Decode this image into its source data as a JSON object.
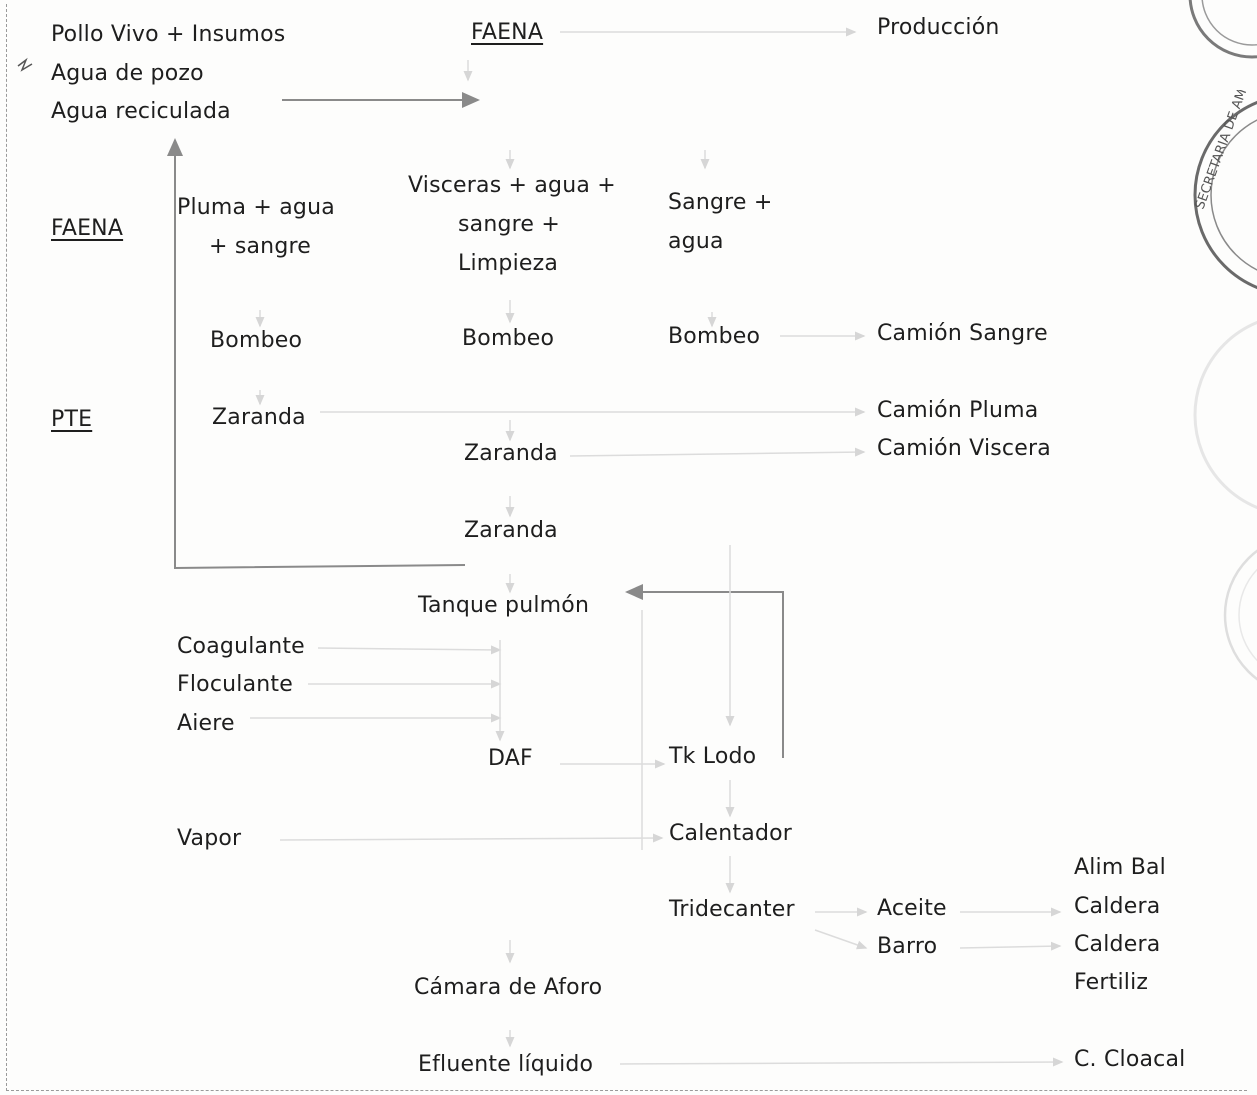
{
  "diagram": {
    "inputs": {
      "line1": "Pollo Vivo + Insumos",
      "line2": "Agua de pozo",
      "line3": "Agua reciculada"
    },
    "header_faena": "FAENA",
    "produccion": "Producción",
    "section_faena": "FAENA",
    "section_pte": "PTE",
    "col1": {
      "source_line1": "Pluma + agua",
      "source_line2": "+ sangre",
      "pump": "Bombeo",
      "screen": "Zaranda"
    },
    "col2": {
      "source_line1": "Visceras + agua +",
      "source_line2": "sangre +",
      "source_line3": "Limpieza",
      "pump": "Bombeo",
      "screen1": "Zaranda",
      "screen2": "Zaranda"
    },
    "col3": {
      "source_line1": "Sangre +",
      "source_line2": "agua",
      "pump": "Bombeo"
    },
    "trucks": {
      "sangre": "Camión Sangre",
      "pluma": "Camión Pluma",
      "viscera": "Camión Viscera"
    },
    "tanque": "Tanque pulmón",
    "chemicals": {
      "coagulante": "Coagulante",
      "floculante": "Floculante",
      "aire": "Aiere"
    },
    "daf": "DAF",
    "tk_lodo": "Tk Lodo",
    "vapor": "Vapor",
    "calentador": "Calentador",
    "tridecanter": "Tridecanter",
    "aceite": "Aceite",
    "barro": "Barro",
    "outputs": {
      "alim_bal": "Alim Bal",
      "caldera1": "Caldera",
      "caldera2": "Caldera",
      "fertiliz": "Fertiliz",
      "c_cloacal": "C. Cloacal"
    },
    "camara": "Cámara de Aforo",
    "efluente": "Efluente líquido"
  },
  "stamp_text": "SECRETARIA DE AMBIENTE"
}
